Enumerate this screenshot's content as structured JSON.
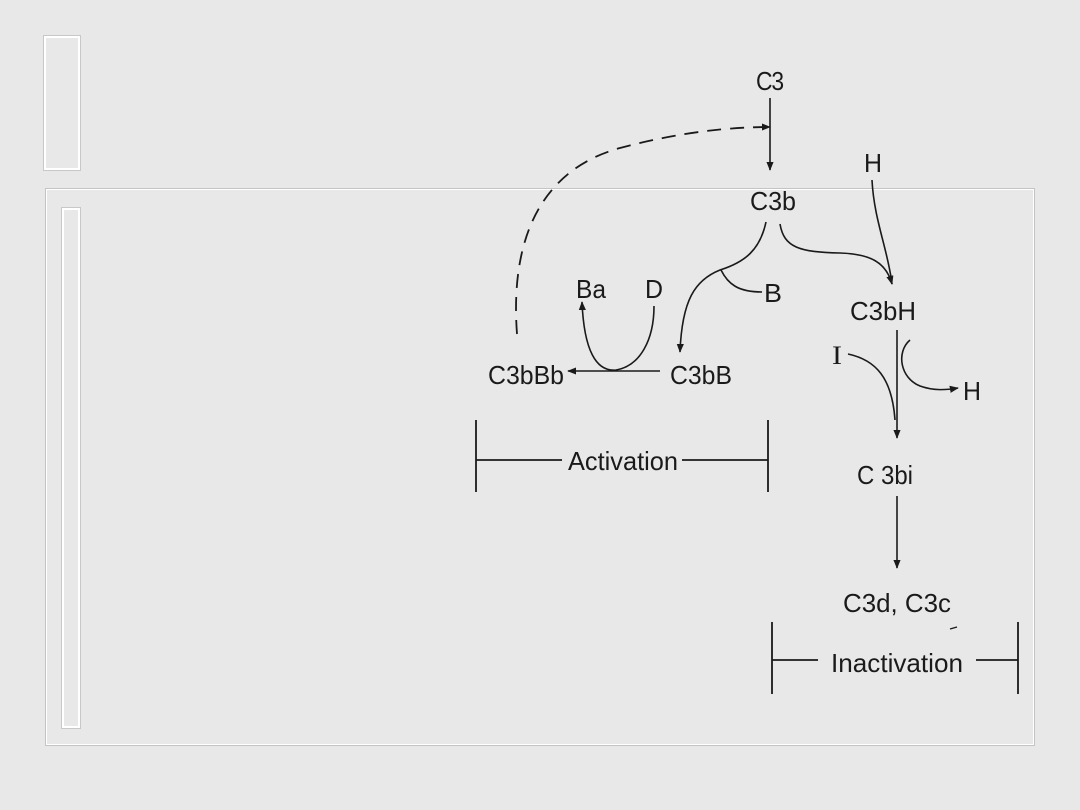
{
  "diagram": {
    "nodes": {
      "c3": "C3",
      "c3b": "C3b",
      "h_top": "H",
      "ba": "Ba",
      "d": "D",
      "b": "B",
      "c3bh": "C3bH",
      "i": "I",
      "c3bbb": "C3bBb",
      "c3bb": "C3bB",
      "h_right": "H",
      "c3bi": "C 3bi",
      "c3d_c3c": "C3d, C3c"
    },
    "phases": {
      "activation": "Activation",
      "inactivation": "Inactivation"
    }
  }
}
